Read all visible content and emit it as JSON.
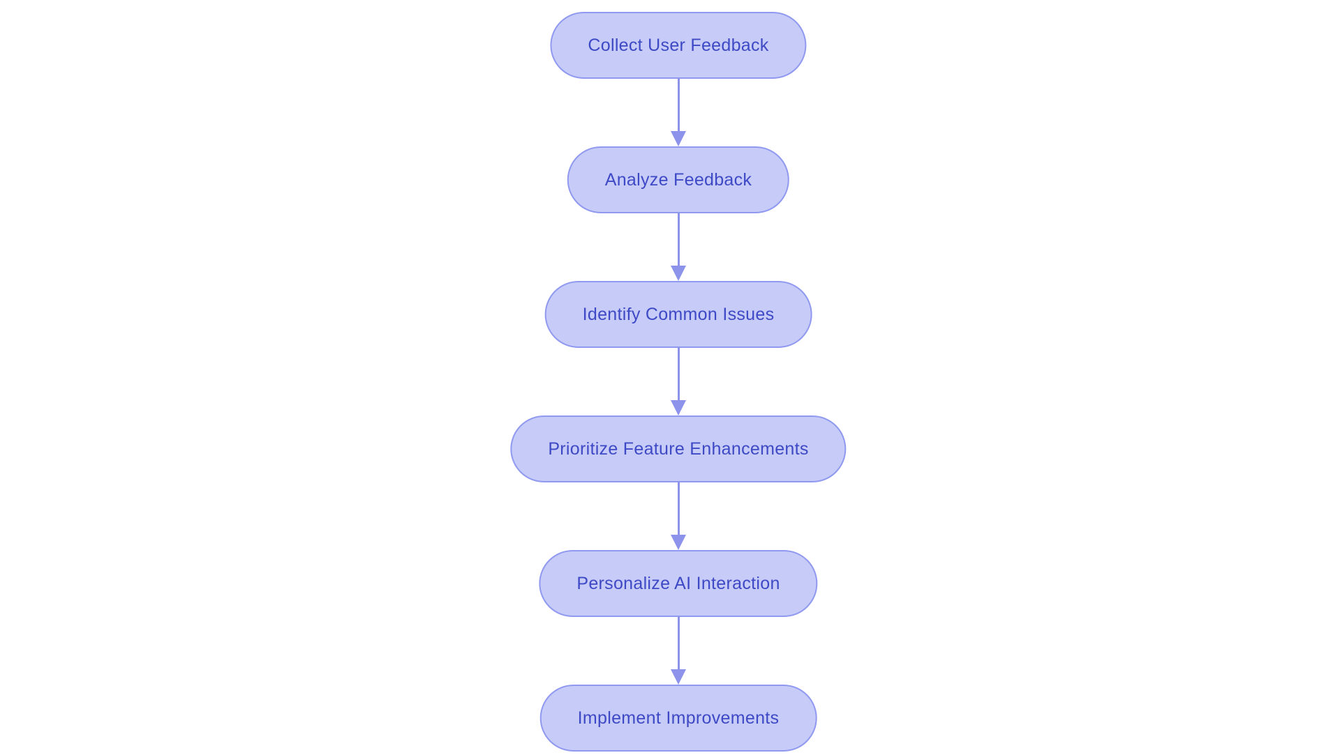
{
  "diagram": {
    "type": "flowchart",
    "direction": "top-down",
    "colors": {
      "background": "#ffffff",
      "node_fill": "#c7cbf8",
      "node_border": "#9099f0",
      "node_text": "#3e49c5",
      "arrow": "#8d92ea"
    },
    "nodes": [
      {
        "id": "collect-user-feedback",
        "label": "Collect User Feedback"
      },
      {
        "id": "analyze-feedback",
        "label": "Analyze Feedback"
      },
      {
        "id": "identify-common-issues",
        "label": "Identify Common Issues"
      },
      {
        "id": "prioritize-feature-enhancements",
        "label": "Prioritize Feature Enhancements"
      },
      {
        "id": "personalize-ai-interaction",
        "label": "Personalize AI Interaction"
      },
      {
        "id": "implement-improvements",
        "label": "Implement Improvements"
      }
    ],
    "edges": [
      {
        "from": "collect-user-feedback",
        "to": "analyze-feedback"
      },
      {
        "from": "analyze-feedback",
        "to": "identify-common-issues"
      },
      {
        "from": "identify-common-issues",
        "to": "prioritize-feature-enhancements"
      },
      {
        "from": "prioritize-feature-enhancements",
        "to": "personalize-ai-interaction"
      },
      {
        "from": "personalize-ai-interaction",
        "to": "implement-improvements"
      }
    ]
  }
}
